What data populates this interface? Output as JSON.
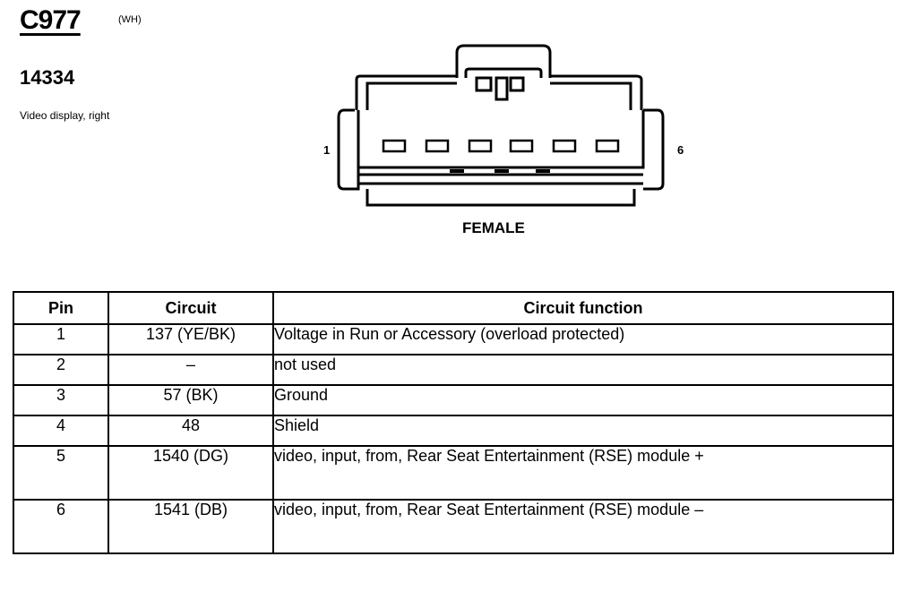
{
  "header": {
    "connector_id": "C977",
    "color_code": "(WH)",
    "part_number": "14334",
    "description": "Video display, right"
  },
  "connector": {
    "pin_left": "1",
    "pin_right": "6",
    "gender": "FEMALE",
    "cavity_count": 6
  },
  "table": {
    "headers": {
      "pin": "Pin",
      "circuit": "Circuit",
      "function": "Circuit function"
    },
    "rows": [
      {
        "pin": "1",
        "circuit": "137 (YE/BK)",
        "function": "Voltage in Run or Accessory (overload protected)"
      },
      {
        "pin": "2",
        "circuit": "–",
        "function": "not used"
      },
      {
        "pin": "3",
        "circuit": "57 (BK)",
        "function": "Ground"
      },
      {
        "pin": "4",
        "circuit": "48",
        "function": "Shield"
      },
      {
        "pin": "5",
        "circuit": "1540 (DG)",
        "function": "video, input, from, Rear Seat Entertainment (RSE) module +"
      },
      {
        "pin": "6",
        "circuit": "1541 (DB)",
        "function": "video, input, from, Rear Seat Entertainment (RSE) module –"
      }
    ]
  }
}
